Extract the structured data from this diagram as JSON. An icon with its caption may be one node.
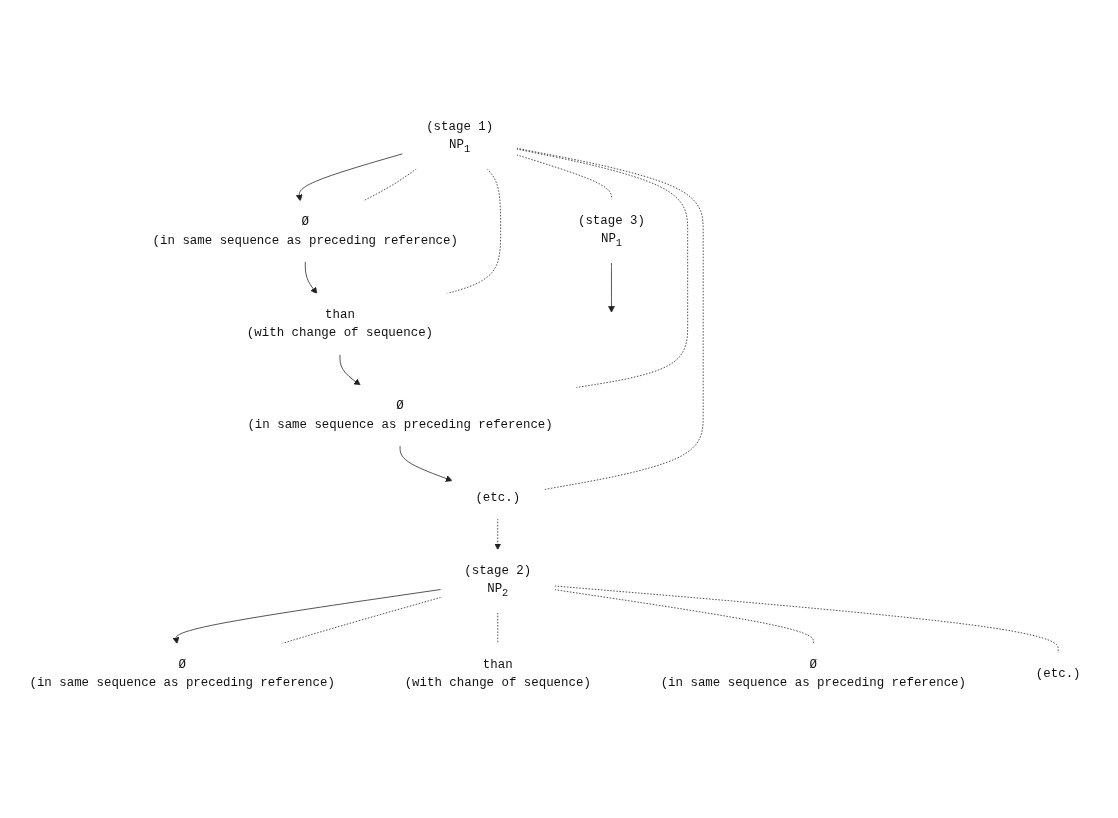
{
  "diagram": {
    "nodes": [
      {
        "text": [
          "(stage 1)",
          "NP$_{1}$"
        ]
      },
      {
        "text": [
          "Ø",
          "(in same sequence as preceding reference)"
        ]
      },
      {
        "text": [
          "than",
          "(with change of sequence)"
        ]
      },
      {
        "text": [
          "Ø",
          "(in same sequence as preceding reference)"
        ]
      },
      {
        "text": [
          "(etc.)"
        ]
      },
      {
        "text": [
          "(stage 2)",
          "NP$_{2}$"
        ]
      },
      {
        "text": [
          "Ø",
          "(in same sequence as preceding reference)"
        ]
      },
      {
        "text": [
          "than",
          "(with change of sequence)"
        ]
      },
      {
        "text": [
          "Ø",
          "(in same sequence as preceding reference)"
        ]
      },
      {
        "text": [
          "(etc.)"
        ]
      },
      {
        "text": [
          "(stage 3)",
          "NP$_{1}$"
        ]
      }
    ],
    "edges": [
      {
        "from": 0,
        "to": 1,
        "arrow": "to"
      },
      {
        "from": 1,
        "to": 2,
        "arrow": "to"
      },
      {
        "from": 2,
        "to": 3,
        "arrow": "to"
      },
      {
        "from": 3,
        "to": 4,
        "arrow": "to"
      },
      {
        "from": 4,
        "to": 5,
        "arrow": "to",
        "style": "dashed"
      },
      {
        "from": 5,
        "to": 6,
        "arrow": "to"
      },
      {
        "from": 0,
        "to": 1,
        "arrow": "none",
        "style": "dashed"
      },
      {
        "from": 0,
        "to": 2,
        "arrow": "none",
        "style": "dashed"
      },
      {
        "from": 0,
        "to": 3,
        "arrow": "none",
        "style": "dashed"
      },
      {
        "from": 0,
        "to": 4,
        "arrow": "none",
        "style": "dashed"
      },
      {
        "from": 5,
        "to": 6,
        "arrow": "none",
        "style": "dashed"
      },
      {
        "from": 5,
        "to": 7,
        "arrow": "none",
        "style": "dashed"
      },
      {
        "from": 5,
        "to": 8,
        "arrow": "none",
        "style": "dashed"
      },
      {
        "from": 5,
        "to": 9,
        "arrow": "none",
        "style": "dashed"
      },
      {
        "from": 0,
        "to": 10,
        "arrow": "none",
        "style": "dashed"
      },
      {
        "from": 10,
        "to": null,
        "arrow": "to"
      }
    ]
  }
}
